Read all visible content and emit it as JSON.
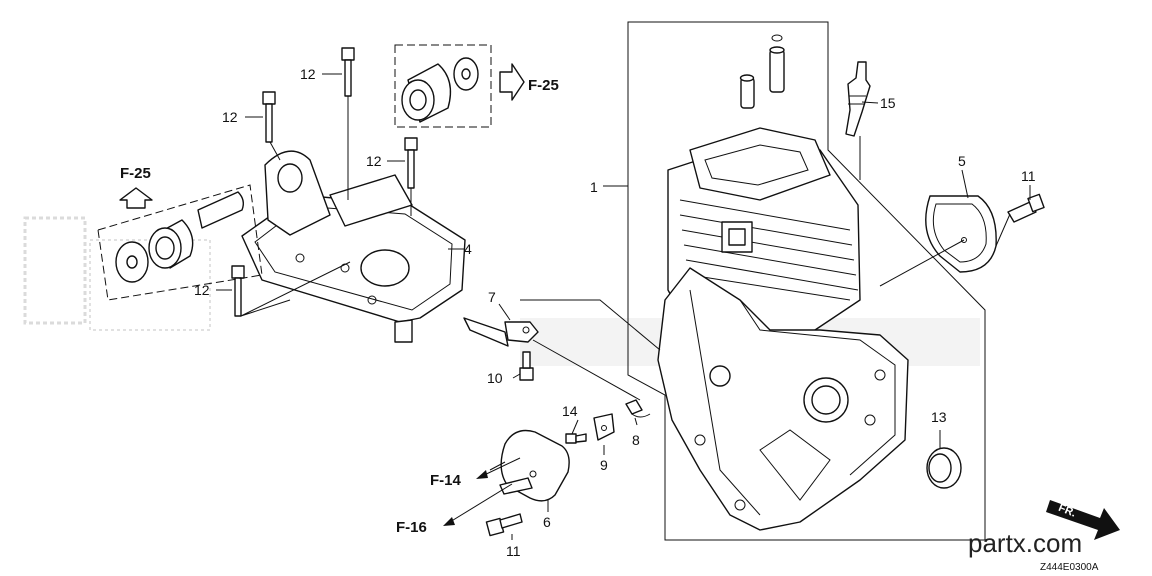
{
  "callouts": {
    "c1": "1",
    "c4": "4",
    "c5": "5",
    "c6": "6",
    "c7": "7",
    "c8": "8",
    "c9": "9",
    "c10": "10",
    "c11a": "11",
    "c11b": "11",
    "c12a": "12",
    "c12b": "12",
    "c12c": "12",
    "c12d": "12",
    "c13": "13",
    "c14": "14",
    "c15": "15"
  },
  "refs": {
    "f25_left": "F-25",
    "f25_top": "F-25",
    "f14": "F-14",
    "f16": "F-16"
  },
  "direction": "FR.",
  "diagram_code": "Z444E0300A",
  "watermark": "partx.com"
}
